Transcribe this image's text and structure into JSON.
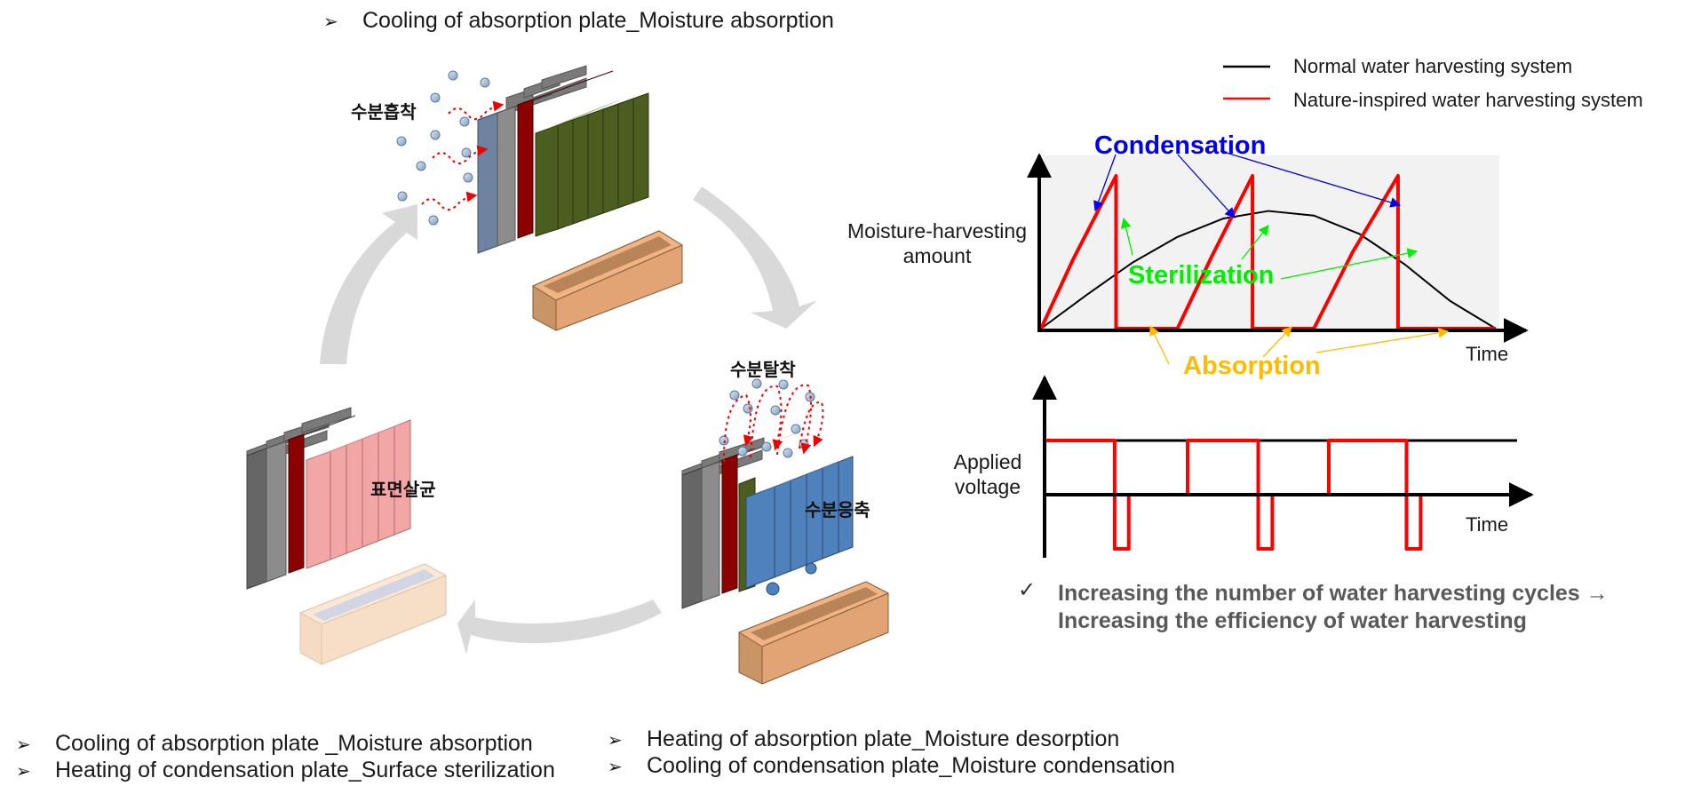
{
  "top_caption": "Cooling of absorption plate_Moisture absorption",
  "bullet_marker": "➢",
  "labels_korean": {
    "absorption": "수분흡착",
    "desorption": "수분탈착",
    "condensation": "수분응축",
    "sterilization": "표면살균"
  },
  "bottom_left": [
    "Cooling of absorption plate _Moisture absorption",
    "Heating of condensation plate_Surface sterilization"
  ],
  "bottom_right": [
    "Heating of absorption plate_Moisture desorption",
    "Cooling of condensation plate_Moisture condensation"
  ],
  "legend": {
    "items": [
      {
        "name": "Normal water harvesting system",
        "color": "#000000"
      },
      {
        "name": "Nature-inspired water harvesting system",
        "color": "#ff0000"
      }
    ]
  },
  "top_chart": {
    "ylabel": "Moisture-harvesting amount",
    "xlabel": "Time",
    "annotations": {
      "condensation": {
        "text": "Condensation",
        "color": "#0000ee"
      },
      "sterilization": {
        "text": "Sterilization",
        "color": "#00ee00"
      },
      "absorption": {
        "text": "Absorption",
        "color": "#ffbb00"
      }
    }
  },
  "bottom_chart": {
    "ylabel": "Applied voltage",
    "xlabel": "Time"
  },
  "conclusion": {
    "check_mark": "✓",
    "line1": "Increasing the number of water harvesting cycles →",
    "line2": "Increasing the efficiency of water harvesting"
  },
  "colors": {
    "cycle_arrow": "#d9d9d9",
    "plate_gray": "#707070",
    "absorber_blue_gray": "#6e83a0",
    "heater_red": "#8b0000",
    "condenser_green": "#4b5e1f",
    "sterilized_pink": "#f2a6a6",
    "condensing_blue": "#4f81bd",
    "tray": "#e2a474",
    "chart_bg": "#f2f2f2"
  },
  "chart_data": [
    {
      "type": "line",
      "title": "",
      "xlabel": "Time",
      "ylabel": "Moisture-harvesting amount",
      "x_ticks": [],
      "y_ticks": [],
      "grid": false,
      "legend_position": "top-right",
      "series": [
        {
          "name": "Normal water harvesting system",
          "color": "#000000",
          "x": [
            0,
            0.1,
            0.2,
            0.3,
            0.4,
            0.5,
            0.6,
            0.7,
            0.8,
            0.9,
            1.0
          ],
          "y": [
            0,
            0.22,
            0.43,
            0.6,
            0.72,
            0.77,
            0.74,
            0.62,
            0.42,
            0.18,
            0
          ]
        },
        {
          "name": "Nature-inspired water harvesting system",
          "color": "#ff0000",
          "x": [
            0,
            0.07,
            0.165,
            0.165,
            0.3,
            0.3,
            0.375,
            0.465,
            0.465,
            0.6,
            0.6,
            0.685,
            0.785,
            0.785,
            0.92,
            0.92,
            1.0
          ],
          "y": [
            0,
            0.45,
            1.0,
            0,
            0,
            0,
            0.47,
            1.0,
            0,
            0,
            0,
            0.5,
            1.0,
            0,
            0,
            0,
            0
          ]
        }
      ]
    },
    {
      "type": "line",
      "title": "",
      "xlabel": "Time",
      "ylabel": "Applied voltage",
      "x_ticks": [],
      "y_ticks": [],
      "grid": false,
      "series": [
        {
          "name": "Normal water harvesting system",
          "color": "#000000",
          "x": [
            0,
            1.0
          ],
          "y": [
            1,
            1
          ]
        },
        {
          "name": "Nature-inspired water harvesting system",
          "color": "#ff0000",
          "x": [
            0,
            0.145,
            0.145,
            0.175,
            0.175,
            0.3,
            0.3,
            0.45,
            0.45,
            0.48,
            0.48,
            0.6,
            0.6,
            0.765,
            0.765,
            0.795,
            0.795,
            0.91
          ],
          "y": [
            1,
            1,
            -1,
            -1,
            0,
            0,
            1,
            1,
            -1,
            -1,
            0,
            0,
            1,
            1,
            -1,
            -1,
            0,
            0
          ]
        }
      ]
    }
  ]
}
